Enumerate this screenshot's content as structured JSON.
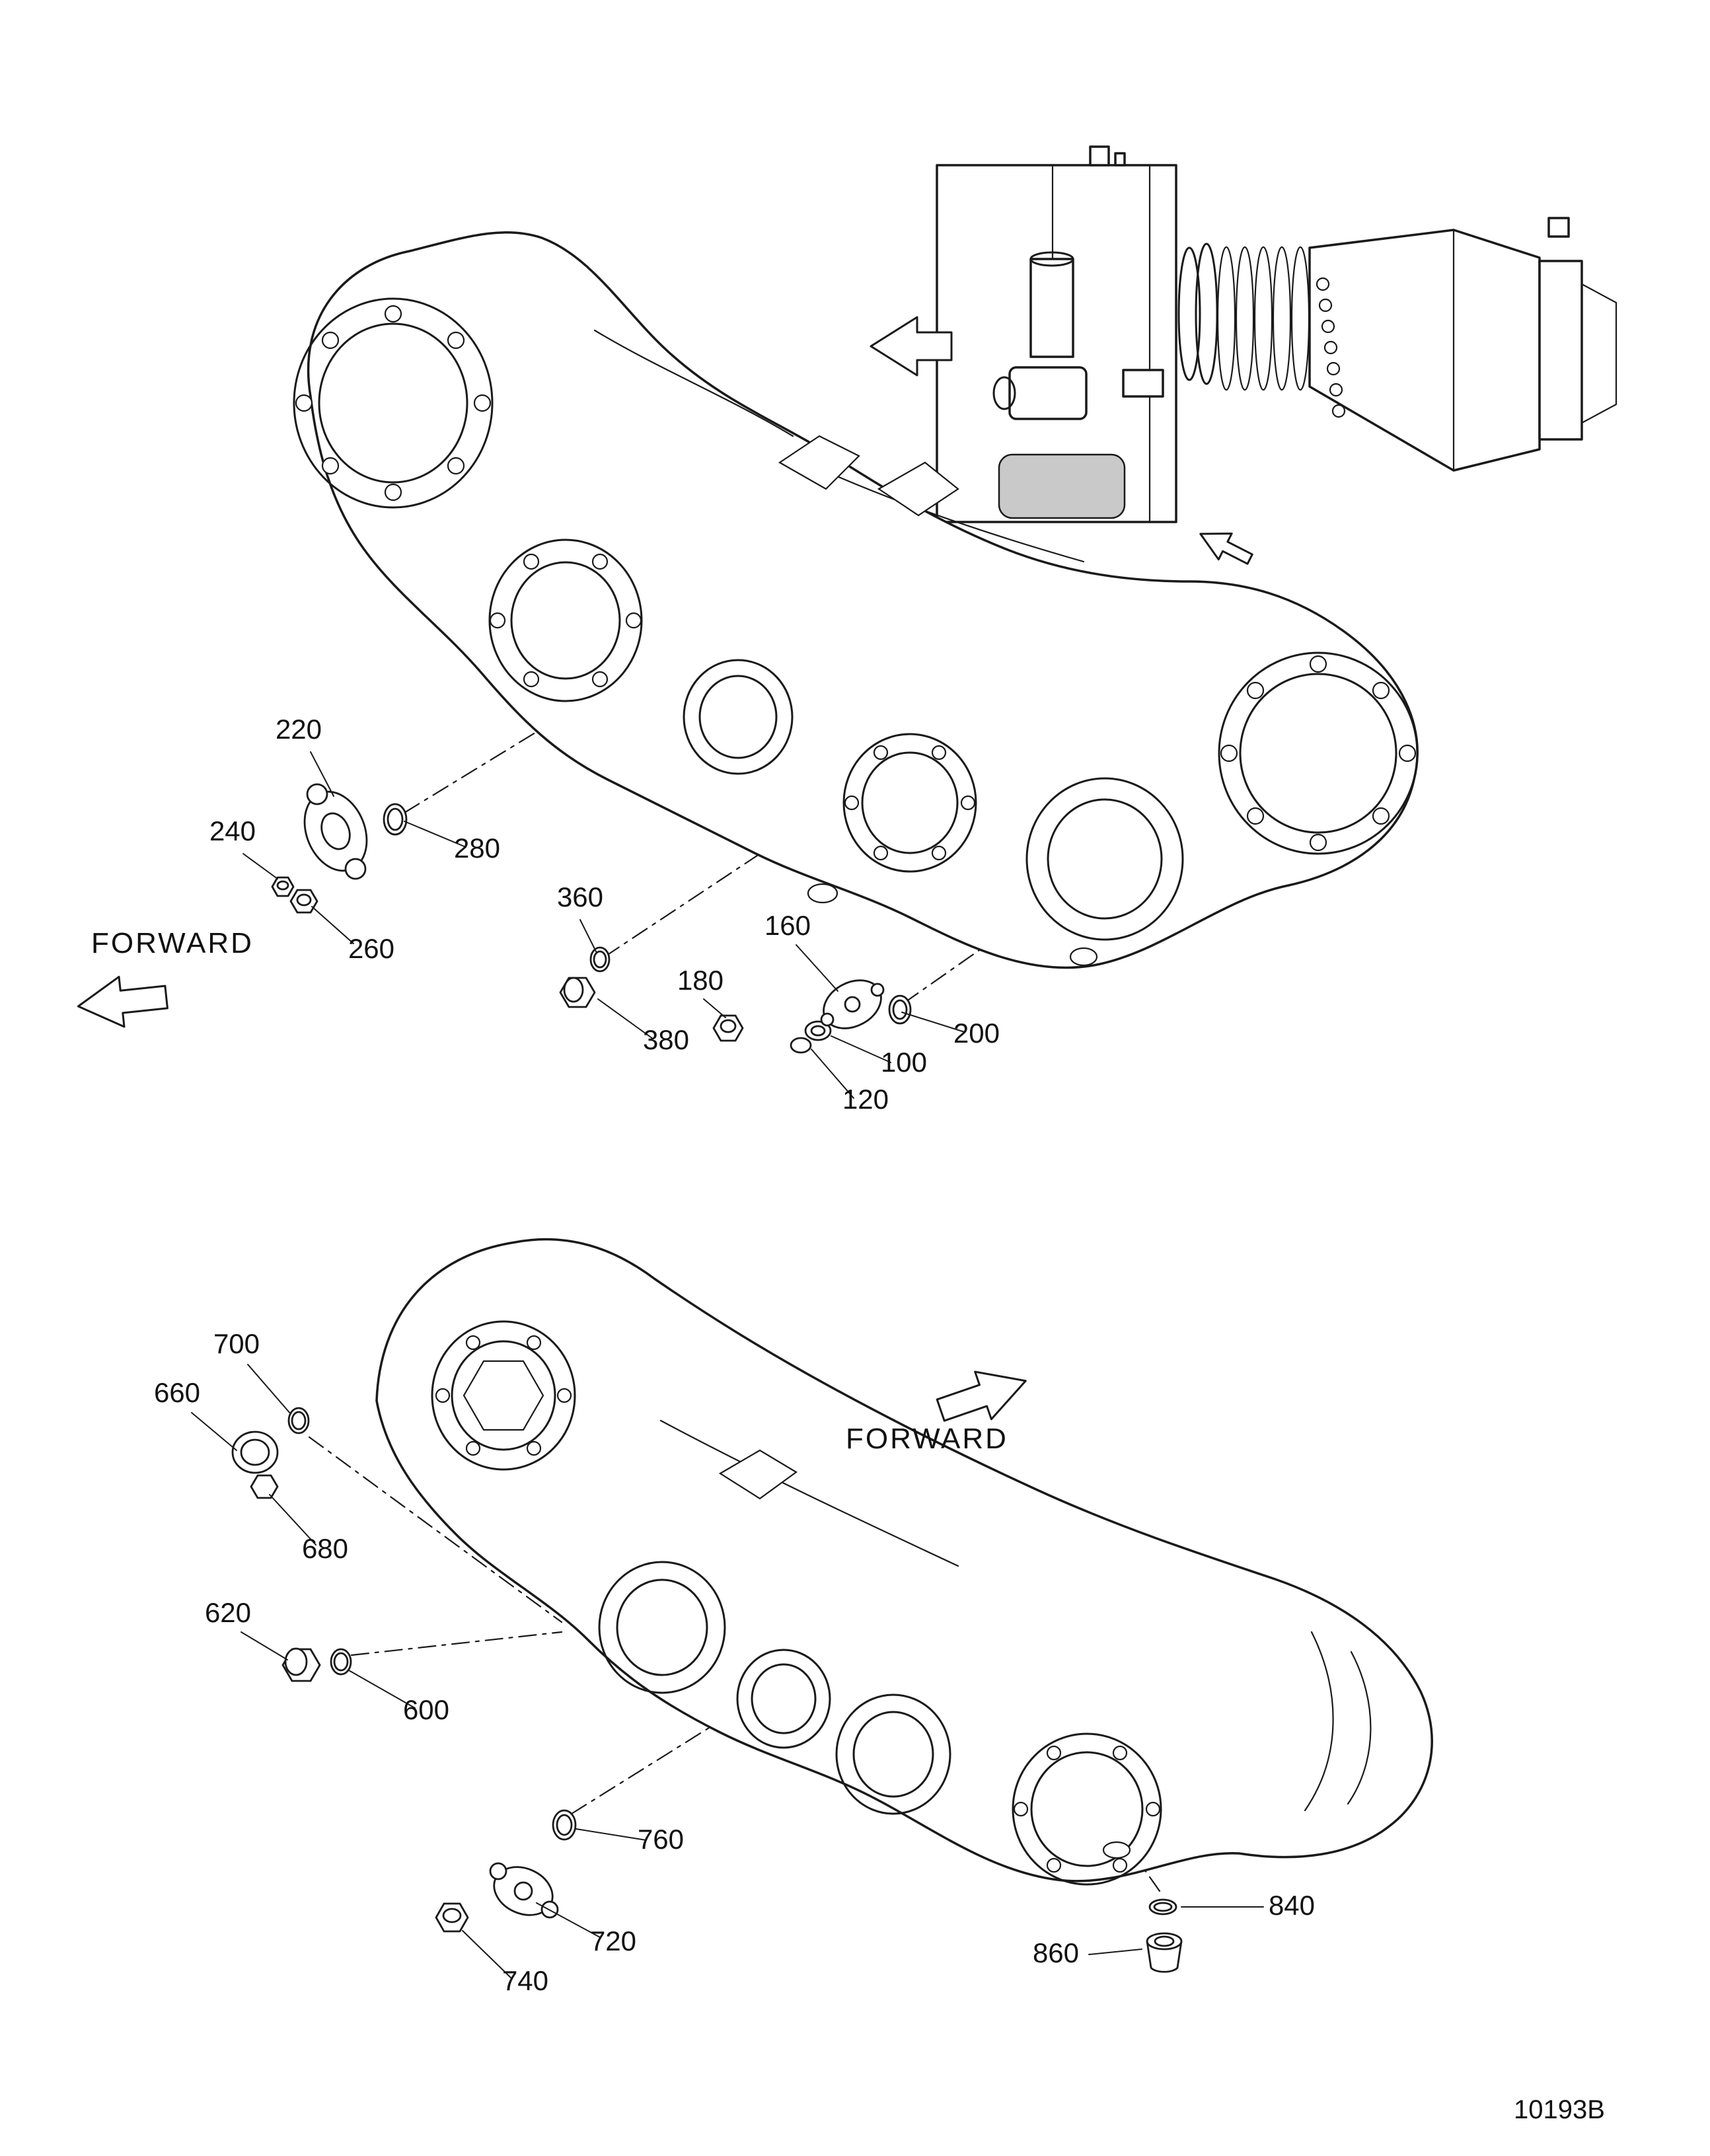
{
  "figure": {
    "number": "10193B"
  },
  "colors": {
    "ink": "#1a1a1a",
    "background": "#ffffff",
    "shading": "#c9c9c9"
  },
  "upper_view": {
    "forward_label": "FORWARD",
    "callouts": {
      "c220": "220",
      "c240": "240",
      "c260": "260",
      "c280": "280",
      "c360": "360",
      "c380": "380",
      "c180": "180",
      "c160": "160",
      "c100": "100",
      "c120": "120",
      "c200": "200"
    }
  },
  "lower_view": {
    "forward_label": "FORWARD",
    "callouts": {
      "c700": "700",
      "c660": "660",
      "c680": "680",
      "c620": "620",
      "c600": "600",
      "c760": "760",
      "c720": "720",
      "c740": "740",
      "c840": "840",
      "c860": "860"
    }
  }
}
